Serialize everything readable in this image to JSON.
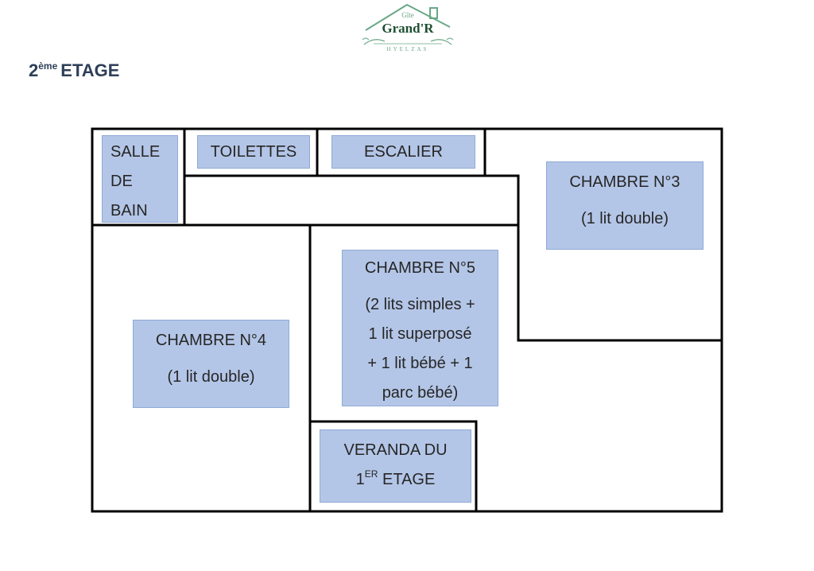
{
  "logo": {
    "small": "Gîte",
    "name": "Grand'R",
    "sub": "HYELZAS"
  },
  "floor": {
    "number": "2",
    "suffix": "ème",
    "word": "ETAGE"
  },
  "rooms": {
    "salle_de_bain": {
      "line1": "SALLE",
      "line2": "DE",
      "line3": "BAIN"
    },
    "toilettes": {
      "label": "TOILETTES"
    },
    "escalier": {
      "label": "ESCALIER"
    },
    "chambre3": {
      "title": "CHAMBRE N°3",
      "detail": "(1 lit double)"
    },
    "chambre4": {
      "title": "CHAMBRE N°4",
      "detail": "(1 lit double)"
    },
    "chambre5": {
      "title": "CHAMBRE N°5",
      "line1": "(2 lits simples +",
      "line2": "1 lit superposé",
      "line3": "+ 1 lit bébé + 1",
      "line4": "parc bébé)"
    },
    "veranda": {
      "line1": "VERANDA DU",
      "num": "1",
      "sup": "ER",
      "word": "ETAGE"
    }
  },
  "colors": {
    "room_fill": "#b4c6e7",
    "wall": "#000000",
    "logo_green": "#6aa786",
    "title": "#2e3f58"
  }
}
